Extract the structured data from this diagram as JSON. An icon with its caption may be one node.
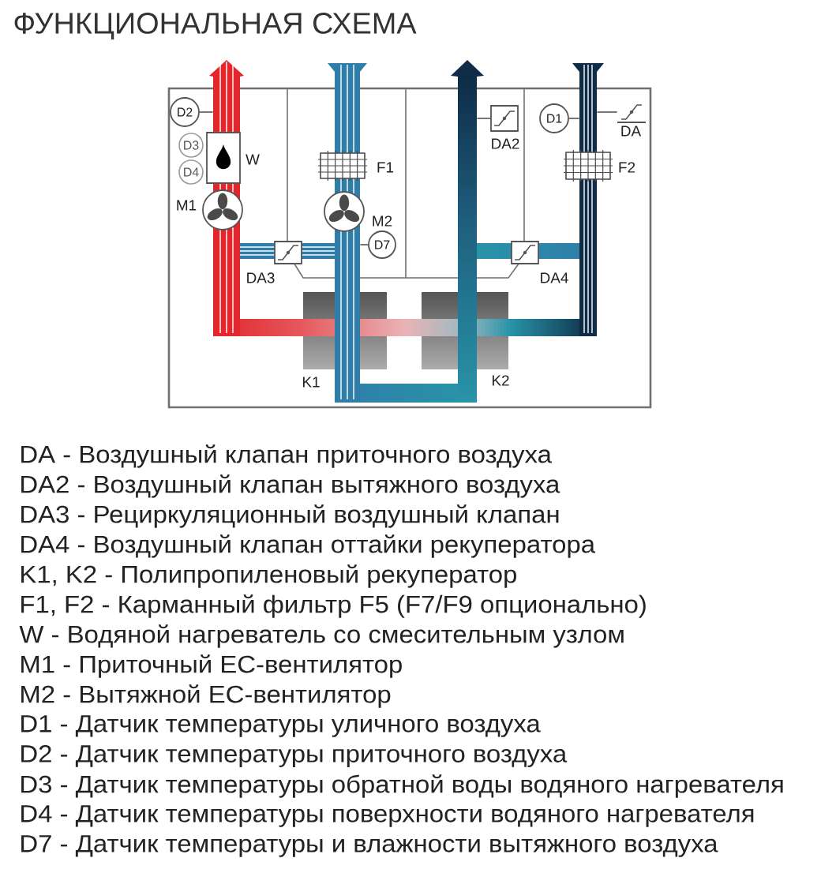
{
  "diagram": {
    "title": "ФУНКЦИОНАЛЬНАЯ СХЕМА",
    "nodes": [
      {
        "text": [
          "D2"
        ]
      },
      {
        "text": [
          "D3"
        ]
      },
      {
        "text": [
          "D4"
        ]
      },
      {
        "text": [],
        "shape": "box",
        "beside": [
          "W"
        ]
      },
      {
        "text": [],
        "shape": "circle",
        "beside": [
          "M1"
        ]
      },
      {
        "text": [],
        "shape": "grid",
        "beside": [
          "F1"
        ]
      },
      {
        "text": [],
        "shape": "circle",
        "beside": [
          "M2"
        ]
      },
      {
        "text": [
          "D7"
        ]
      },
      {
        "text": [],
        "shape": "box",
        "beside": [
          "DA3"
        ]
      },
      {
        "text": [],
        "shape": "box",
        "beside": [
          "DA2"
        ]
      },
      {
        "text": [
          "D1"
        ]
      },
      {
        "text": [],
        "shape": "damper",
        "beside": [
          "DA"
        ]
      },
      {
        "text": [],
        "shape": "grid",
        "beside": [
          "F2"
        ]
      },
      {
        "text": [],
        "shape": "box",
        "beside": [
          "DA4"
        ]
      },
      {
        "text": [],
        "shape": "box",
        "beside": [
          "K1"
        ]
      },
      {
        "text": [],
        "shape": "box",
        "beside": [
          "K2"
        ]
      },
      {
        "text": [],
        "shape": "bar"
      },
      {
        "text": [],
        "shape": "bar"
      },
      {
        "text": [],
        "shape": "bar"
      },
      {
        "text": [],
        "shape": "bar"
      }
    ],
    "edges": [
      {
        "from": 0,
        "to": 16,
        "arrow": "none"
      },
      {
        "from": 7,
        "to": 17,
        "arrow": "none"
      },
      {
        "from": 9,
        "to": 18,
        "arrow": "none"
      },
      {
        "from": 10,
        "to": 19,
        "arrow": "none"
      },
      {
        "from": 11,
        "to": 19,
        "arrow": "none"
      }
    ],
    "labels": [
      "DA - Воздушный клапан приточного воздуха",
      "DA2 - Воздушный клапан вытяжного воздуха",
      "DA3 - Рециркуляционный воздушный клапан",
      "DA4 - Воздушный клапан оттайки рекуператора",
      "K1, K2 - Полипропиленовый рекуператор",
      "F1, F2 - Карманный фильтр F5 (F7/F9 опционально)",
      "W - Водяной нагреватель со смесительным узлом",
      "M1 - Приточный ЕС-вентилятор",
      "M2 - Вытяжной ЕС-вентилятор",
      "D1 - Датчик температуры уличного воздуха",
      "D2 - Датчик температуры приточного воздуха",
      "D3 - Датчик температуры обратной воды водяного нагревателя",
      "D4 - Датчик температуры поверхности водяного нагревателя",
      "D7 - Датчик температуры и влажности вытяжного воздуха"
    ]
  }
}
